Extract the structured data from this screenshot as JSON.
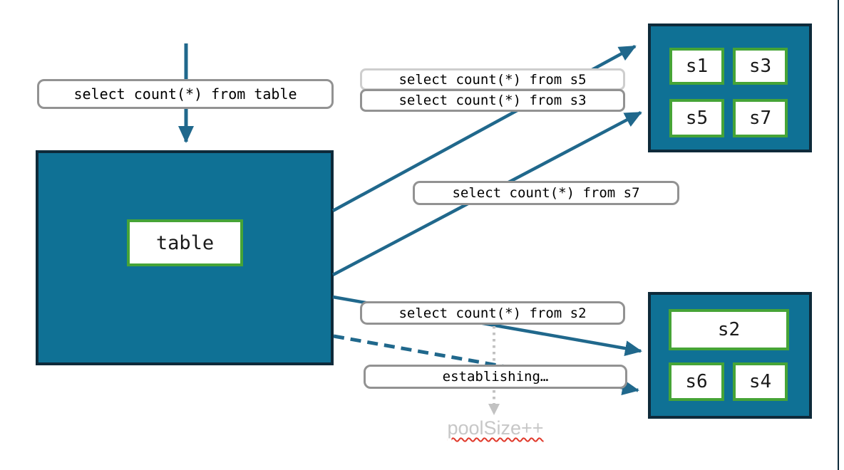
{
  "colors": {
    "teal_fill": "#0F7195",
    "dark_border": "#0E2A3A",
    "arrow_teal": "#20688C",
    "green_border": "#46A437",
    "pill_border": "#929292",
    "pill_border_light": "#CECECE",
    "muted_text": "#C7C7C7",
    "dotted_arrow_gray": "#C2C2C2",
    "spellcheck_red": "#E0392B"
  },
  "client_query": "select count(*) from table",
  "table_box": "table",
  "shard_queries": {
    "s5": "select count(*) from s5",
    "s3": "select count(*) from s3",
    "s7": "select count(*) from s7",
    "s2": "select count(*) from s2"
  },
  "status": {
    "establishing": "establishing…",
    "pool_size": "poolSize++"
  },
  "shards_top": [
    "s1",
    "s3",
    "s5",
    "s7"
  ],
  "shards_bottom": [
    "s2",
    "s6",
    "s4"
  ]
}
